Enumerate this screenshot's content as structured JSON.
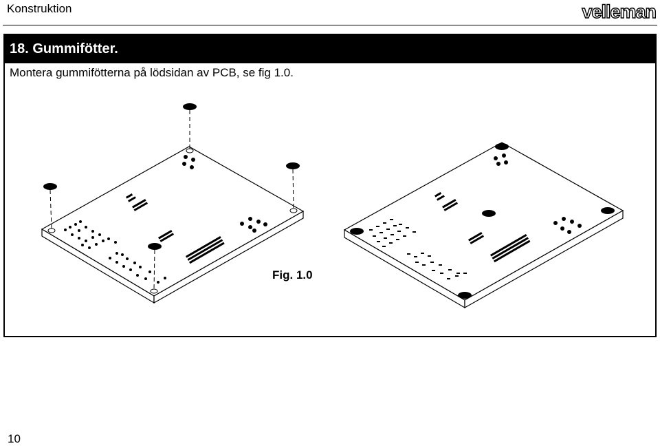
{
  "header": {
    "section": "Konstruktion",
    "logo_text": "velleman"
  },
  "section": {
    "title": "18. Gummifötter."
  },
  "instruction": "Montera gummifötterna på lödsidan av PCB, se fig 1.0.",
  "figure": {
    "caption": "Fig. 1.0"
  },
  "footer": {
    "page_number": "10"
  }
}
